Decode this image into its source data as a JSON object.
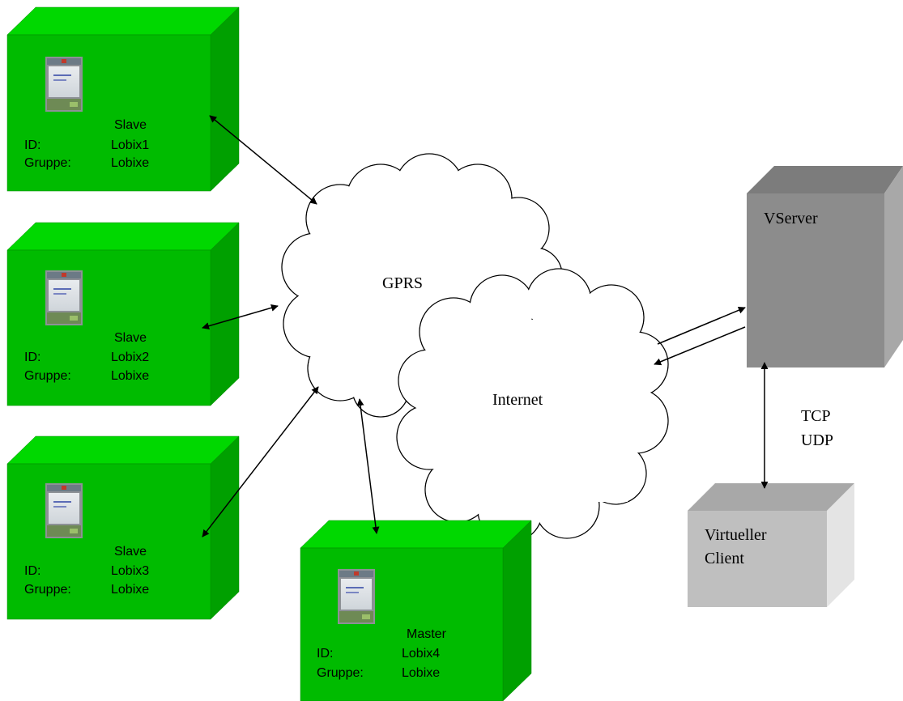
{
  "colors": {
    "device_front": "#00bb00",
    "device_top": "#00d800",
    "device_side": "#00a000",
    "server_front": "#8c8c8c",
    "server_top": "#7c7c7c",
    "server_side": "#a8a8a8",
    "client_front": "#bfbfbf",
    "client_top": "#a8a8a8",
    "client_side": "#e4e4e4",
    "line": "#000000"
  },
  "devices": [
    {
      "role": "Slave",
      "id_label": "ID:",
      "id_value": "Lobix1",
      "group_label": "Gruppe:",
      "group_value": "Lobixe",
      "icon": "device-thumbnail-icon"
    },
    {
      "role": "Slave",
      "id_label": "ID:",
      "id_value": "Lobix2",
      "group_label": "Gruppe:",
      "group_value": "Lobixe",
      "icon": "device-thumbnail-icon"
    },
    {
      "role": "Slave",
      "id_label": "ID:",
      "id_value": "Lobix3",
      "group_label": "Gruppe:",
      "group_value": "Lobixe",
      "icon": "device-thumbnail-icon"
    },
    {
      "role": "Master",
      "id_label": "ID:",
      "id_value": "Lobix4",
      "group_label": "Gruppe:",
      "group_value": "Lobixe",
      "icon": "device-thumbnail-icon"
    }
  ],
  "clouds": {
    "gprs": "GPRS",
    "internet": "Internet"
  },
  "server": {
    "label": "VServer"
  },
  "client": {
    "line1": "Virtueller",
    "line2": "Client"
  },
  "protocols": {
    "line1": "TCP",
    "line2": "UDP"
  }
}
